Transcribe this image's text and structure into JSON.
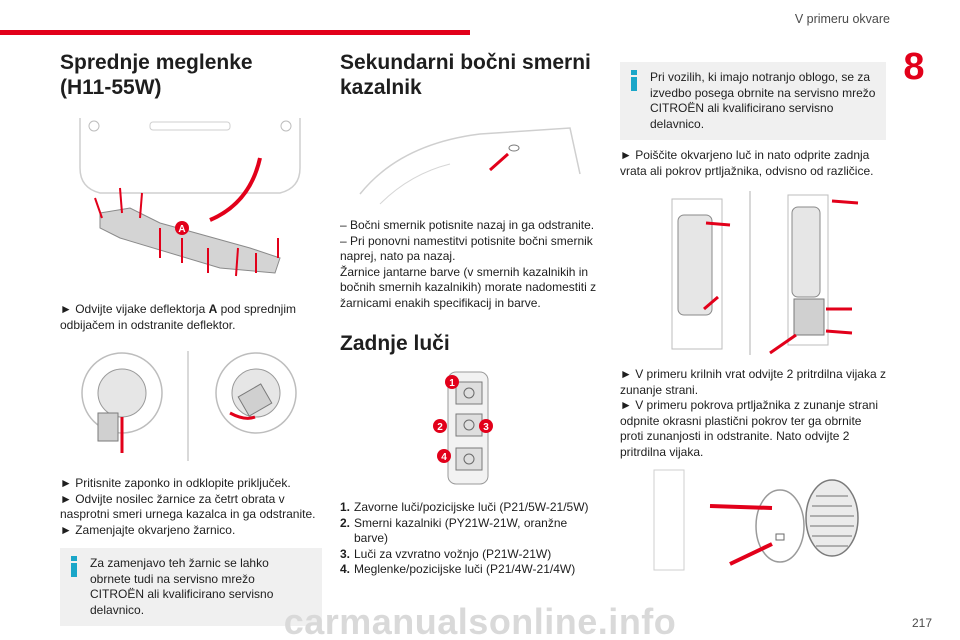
{
  "header": {
    "running_head": "V primeru okvare",
    "chapter_number": "8",
    "page_number": "217"
  },
  "watermark": "carmanualsonline.info",
  "col1": {
    "title_line1": "Sprednje meglenke",
    "title_line2": "(H11-55W)",
    "figure_label": "A",
    "step1_prefix": "► Odvijte vijake deflektorja ",
    "step1_bold": "A",
    "step1_suffix": " pod sprednjim odbijačem in odstranite deflektor.",
    "step2": "► Pritisnite zaponko in odklopite priključek.",
    "step3": "► Odvijte nosilec žarnice za četrt obrata v nasprotni smeri urnega kazalca in ga odstranite.",
    "step4": "► Zamenjajte okvarjeno žarnico.",
    "note": "Za zamenjavo teh žarnic se lahko obrnete tudi na servisno mrežo CITROËN ali kvalificirano servisno delavnico."
  },
  "col2": {
    "title_line1": "Sekundarni bočni smerni",
    "title_line2": "kazalnik",
    "line1": "– Bočni smernik potisnite nazaj in ga odstranite.",
    "line2": "– Pri ponovni namestitvi potisnite bočni smernik naprej, nato pa nazaj.",
    "line3": "Žarnice jantarne barve (v smernih kazalnikih in bočnih smernih kazalnikih) morate nadomestiti z žarnicami enakih specifikacij in barve.",
    "title2": "Zadnje luči",
    "callouts": [
      "1",
      "2",
      "3",
      "4"
    ],
    "items": [
      {
        "n": "1.",
        "text": "Zavorne luči/pozicijske luči (P21/5W-21/5W)"
      },
      {
        "n": "2.",
        "text": "Smerni kazalniki (PY21W-21W, oranžne barve)"
      },
      {
        "n": "3.",
        "text": "Luči za vzvratno vožnjo (P21W-21W)"
      },
      {
        "n": "4.",
        "text": "Meglenke/pozicijske luči (P21/4W-21/4W)"
      }
    ]
  },
  "col3": {
    "note": "Pri vozilih, ki imajo notranjo oblogo, se za izvedbo posega obrnite na servisno mrežo CITROËN ali kvalificirano servisno delavnico.",
    "step1": "► Poiščite okvarjeno luč in nato odprite zadnja vrata ali pokrov prtljažnika, odvisno od različice.",
    "step2": "► V primeru krilnih vrat odvijte 2 pritrdilna vijaka z zunanje strani.",
    "step3": "► V primeru pokrova prtljažnika z zunanje strani odpnite okrasni plastični pokrov ter ga obrnite proti zunanjosti in odstranite. Nato odvijte 2 pritrdilna vijaka."
  },
  "colors": {
    "brand_red": "#e2001a",
    "info_blue": "#1aa6c8",
    "note_bg": "#f0f0f0"
  }
}
